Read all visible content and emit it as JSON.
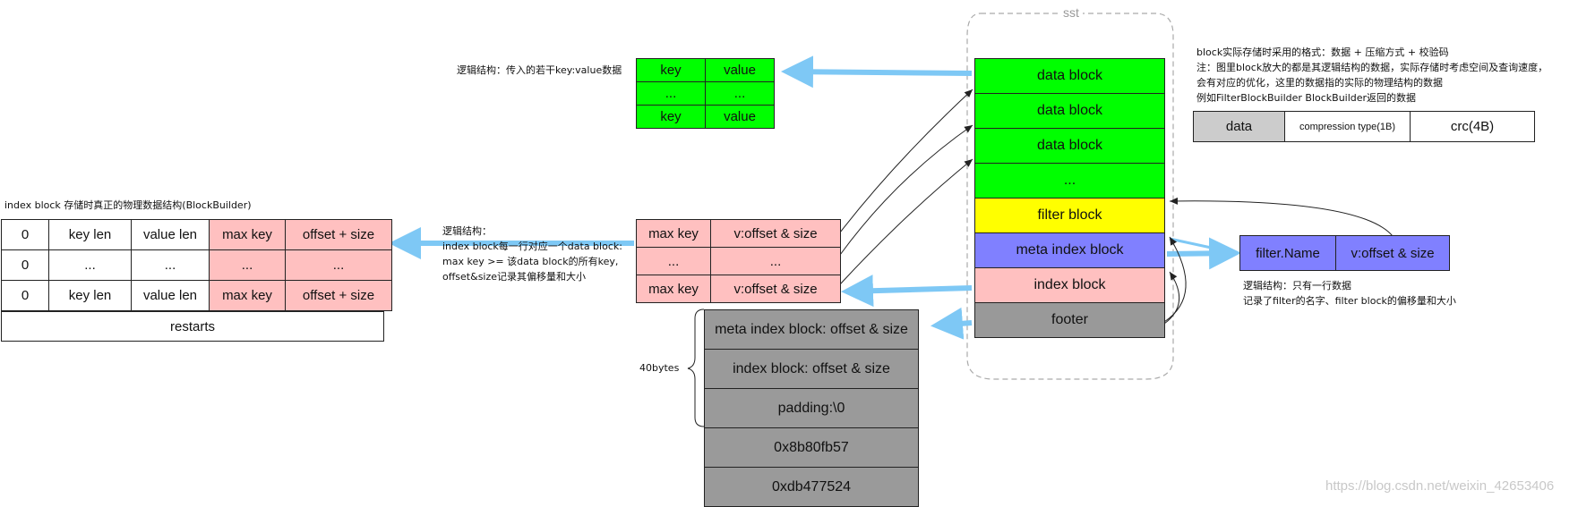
{
  "sst": {
    "title": "sst",
    "blocks": [
      {
        "label": "data block",
        "color": "#00ff00"
      },
      {
        "label": "data block",
        "color": "#00ff00"
      },
      {
        "label": "data block",
        "color": "#00ff00"
      },
      {
        "label": "...",
        "color": "#00ff00"
      },
      {
        "label": "filter block",
        "color": "#ffff00"
      },
      {
        "label": "meta index block",
        "color": "#8080ff"
      },
      {
        "label": "index block",
        "color": "#ffc0c0"
      },
      {
        "label": "footer",
        "color": "#999999"
      }
    ]
  },
  "data_block_logic": {
    "caption": "逻辑结构：传入的若干key:value数据",
    "rows": [
      [
        "key",
        "value"
      ],
      [
        "...",
        "..."
      ],
      [
        "key",
        "value"
      ]
    ]
  },
  "format_note": {
    "lines": [
      "block实际存储时采用的格式：数据 + 压缩方式 + 校验码",
      "注：图里block放大的都是其逻辑结构的数据，实际存储时考虑空间及查询速度，",
      "会有对应的优化，这里的数据指的实际的物理结构的数据",
      "例如FilterBlockBuilder BlockBuilder返回的数据"
    ],
    "cells": [
      "data",
      "compression type(1B)",
      "crc(4B)"
    ]
  },
  "index_physical": {
    "caption": "index block 存储时真正的物理数据结构(BlockBuilder)",
    "rows": [
      [
        "0",
        "key len",
        "value len",
        "max key",
        "offset + size"
      ],
      [
        "0",
        "...",
        "...",
        "...",
        "..."
      ],
      [
        "0",
        "key len",
        "value len",
        "max key",
        "offset + size"
      ]
    ],
    "restarts": "restarts"
  },
  "index_logic": {
    "caption_lines": [
      "逻辑结构：",
      "index block每一行对应一个data block:",
      "max key >= 该data block的所有key,",
      "offset&size记录其偏移量和大小"
    ],
    "rows": [
      [
        "max key",
        "v:offset & size"
      ],
      [
        "...",
        "..."
      ],
      [
        "max key",
        "v:offset & size"
      ]
    ]
  },
  "meta_index": {
    "cells": [
      "filter.Name",
      "v:offset & size"
    ],
    "caption_lines": [
      "逻辑结构：只有一行数据",
      "记录了filter的名字、filter block的偏移量和大小"
    ]
  },
  "footer_detail": {
    "rows": [
      "meta index block: offset & size",
      "index block: offset & size",
      "padding:\\0",
      "0x8b80fb57",
      "0xdb477524"
    ],
    "brace_label": "40bytes"
  },
  "watermark": "https://blog.csdn.net/weixin_42653406",
  "colors": {
    "green": "#00ff00",
    "pink": "#ffc0c0",
    "blue": "#8080ff",
    "yellow": "#ffff00",
    "gray": "#999999",
    "arrow": "#7ec8f5"
  }
}
